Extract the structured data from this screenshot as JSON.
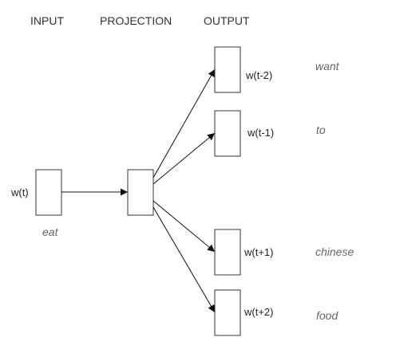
{
  "headers": {
    "input": "INPUT",
    "projection": "PROJECTION",
    "output": "OUTPUT"
  },
  "input_node": {
    "label": "w(t)",
    "word": "eat"
  },
  "output_nodes": [
    {
      "label": "w(t-2)",
      "word": "want"
    },
    {
      "label": "w(t-1)",
      "word": "to"
    },
    {
      "label": "w(t+1)",
      "word": "chinese"
    },
    {
      "label": "w(t+2)",
      "word": "food"
    }
  ],
  "colors": {
    "stroke": "#333333",
    "arrow": "#111111",
    "header_text": "#333333",
    "word_text": "#666666"
  }
}
